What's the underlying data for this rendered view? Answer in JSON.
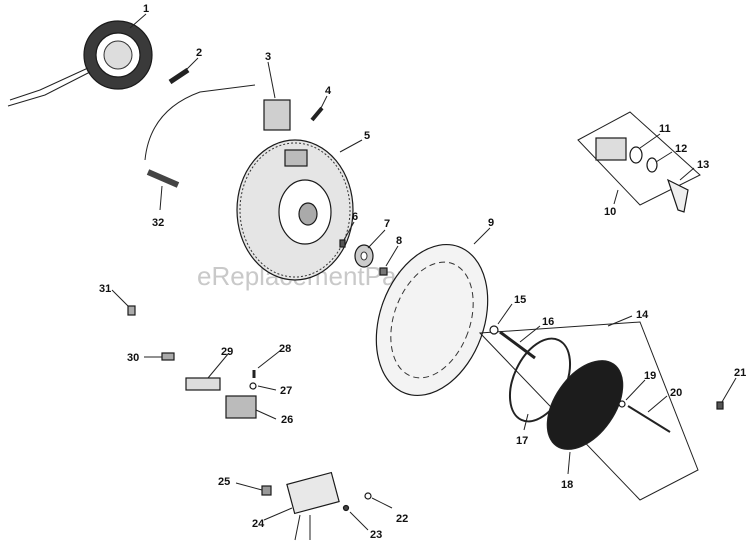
{
  "watermark": "eReplacementParts.com",
  "callouts": [
    "1",
    "2",
    "3",
    "4",
    "5",
    "6",
    "7",
    "8",
    "9",
    "10",
    "11",
    "12",
    "13",
    "14",
    "15",
    "16",
    "17",
    "18",
    "19",
    "20",
    "21",
    "22",
    "23",
    "24",
    "25",
    "26",
    "27",
    "28",
    "29",
    "30",
    "31",
    "32"
  ]
}
